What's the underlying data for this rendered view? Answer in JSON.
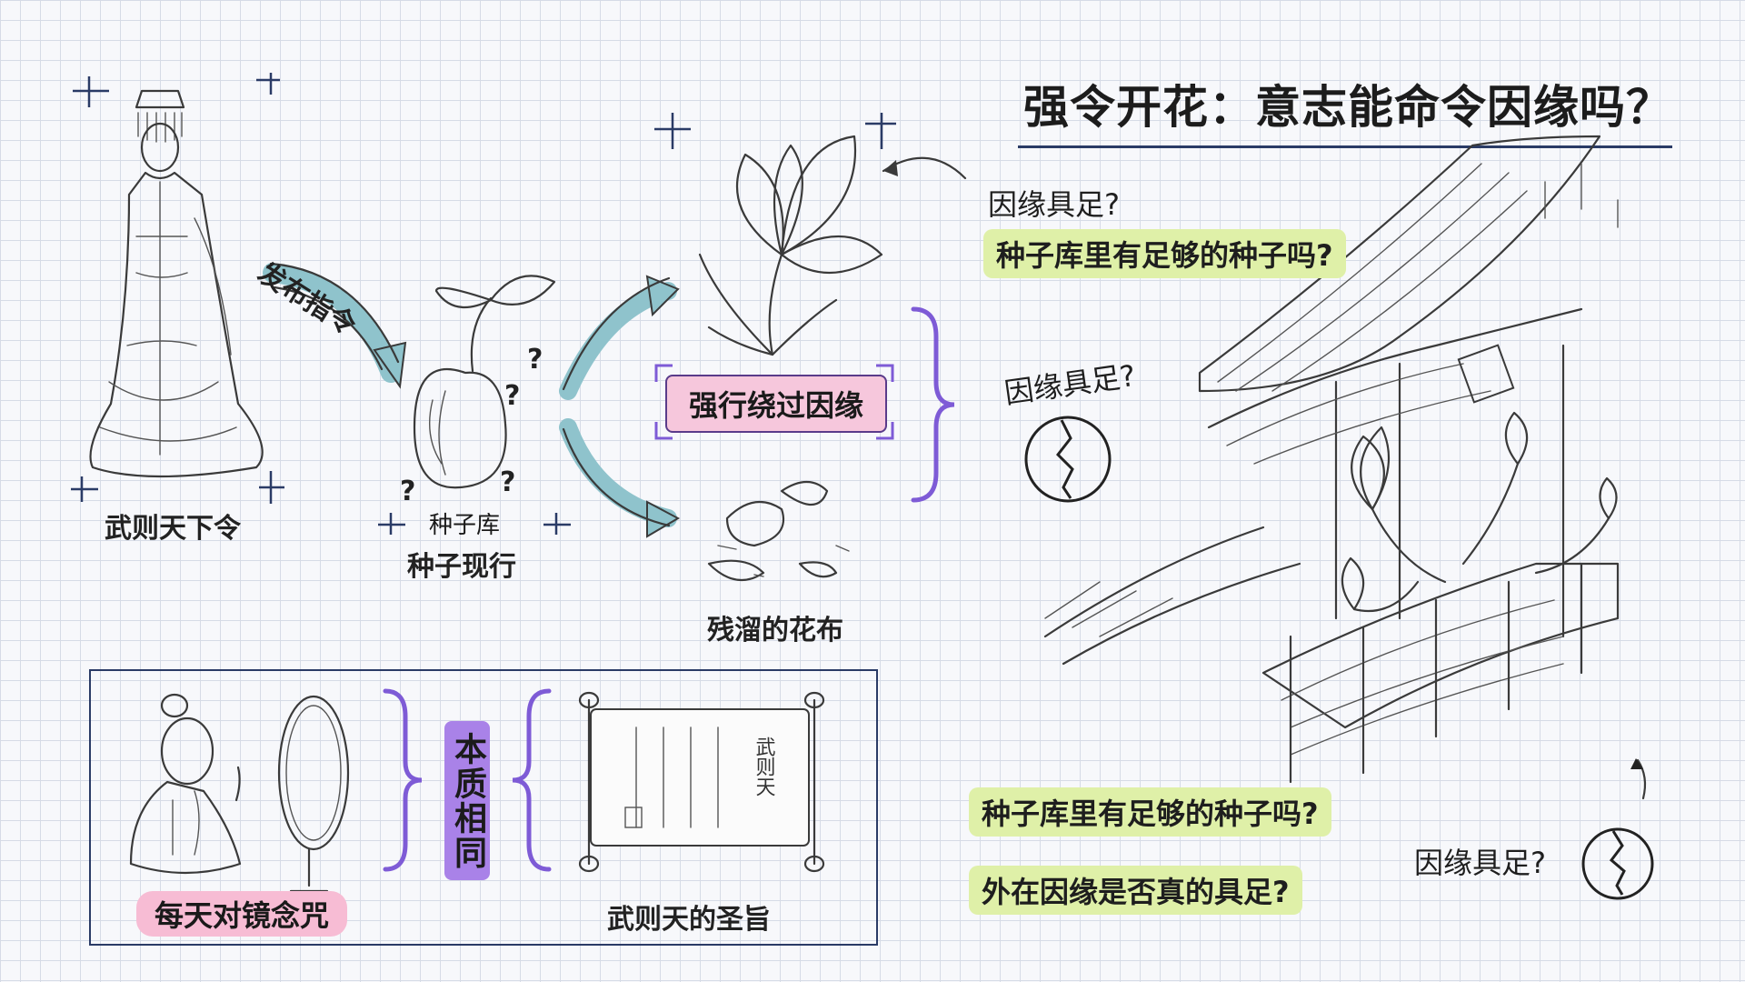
{
  "title": "强令开花：意志能命令因缘吗？",
  "labels": {
    "emperor": "武则天下令",
    "issue_order": "发布指令",
    "seed_store": "种子库",
    "seed_manifest": "种子现行",
    "force_bypass": "强行绕过因缘",
    "ruined_flower": "残溜的花布",
    "mirror_chant": "每天对镜念咒",
    "same_essence": "本质相同",
    "edict": "武则天的圣旨",
    "scroll_text": "武则天"
  },
  "questions": {
    "conditions_q1": "因缘具足?",
    "enough_seeds_1": "种子库里有足够的种子吗?",
    "conditions_q2": "因缘具足?",
    "enough_seeds_2": "种子库里有足够的种子吗?",
    "external_conditions": "外在因缘是否真的具足?",
    "conditions_q3": "因缘具足?",
    "question_mark": "?"
  },
  "colors": {
    "accent_pink": "#f6c7dc",
    "accent_green": "#dff0a8",
    "accent_purple": "#a982e8",
    "arrow_teal": "#8fc3cc",
    "ink_navy": "#2a3b66"
  }
}
